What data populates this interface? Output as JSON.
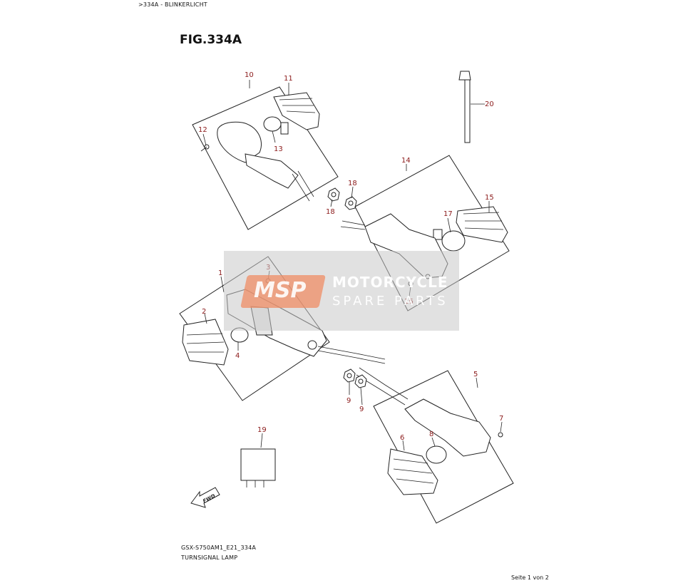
{
  "header": {
    "breadcrumb": ">334A - BLINKERLICHT",
    "figure_title": "FIG.334A"
  },
  "diagram": {
    "callouts": [
      "10",
      "11",
      "12",
      "13",
      "20",
      "14",
      "18",
      "18",
      "15",
      "17",
      "1",
      "3",
      "16",
      "2",
      "4",
      "5",
      "9",
      "9",
      "7",
      "19",
      "6",
      "8"
    ],
    "fwd_label": "FWD"
  },
  "watermark": {
    "logo": "MSP",
    "line1": "MOTORCYCLE",
    "line2": "SPARE PARTS"
  },
  "footer": {
    "model_code": "GSX-S750AM1_E21_334A",
    "caption": "TURNSIGNAL LAMP",
    "page_indicator": "Seite 1 von 2"
  },
  "colors": {
    "callout": "#8b1a1a",
    "watermark_logo": "#ef8c64"
  }
}
